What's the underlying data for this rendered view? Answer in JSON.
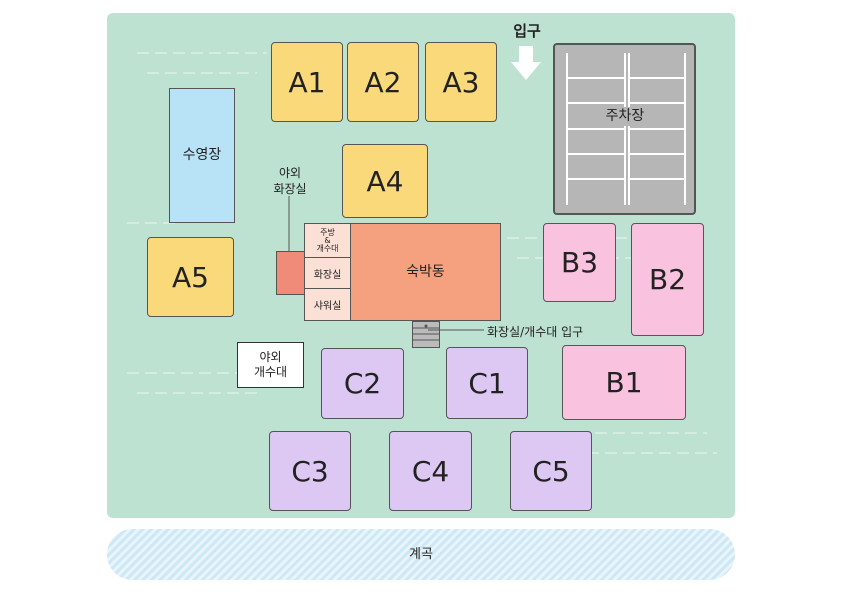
{
  "map": {
    "entrance_label": "입구",
    "parking_label": "주차장",
    "pool_label": "수영장",
    "lodge_label": "숙박동",
    "outdoor_toilet_label": "야외\n화장실",
    "outdoor_wash_label": "야외\n개수대",
    "kitchen_label": "주방\n&\n개수대",
    "restroom_label": "화장실",
    "shower_label": "샤워실",
    "restroom_entrance_label": "화장실/개수대 입구",
    "creek_label": "계곡",
    "sites": {
      "a1": "A1",
      "a2": "A2",
      "a3": "A3",
      "a4": "A4",
      "a5": "A5",
      "b1": "B1",
      "b2": "B2",
      "b3": "B3",
      "c1": "C1",
      "c2": "C2",
      "c3": "C3",
      "c4": "C4",
      "c5": "C5"
    },
    "colors": {
      "ground": "#bde2d2",
      "zone_a": "#f9d97a",
      "zone_b": "#f9c3df",
      "zone_c": "#dcc8f2",
      "lodge": "#f5a07e",
      "pool": "#b8e3f7",
      "parking": "#b6b6b6"
    }
  }
}
